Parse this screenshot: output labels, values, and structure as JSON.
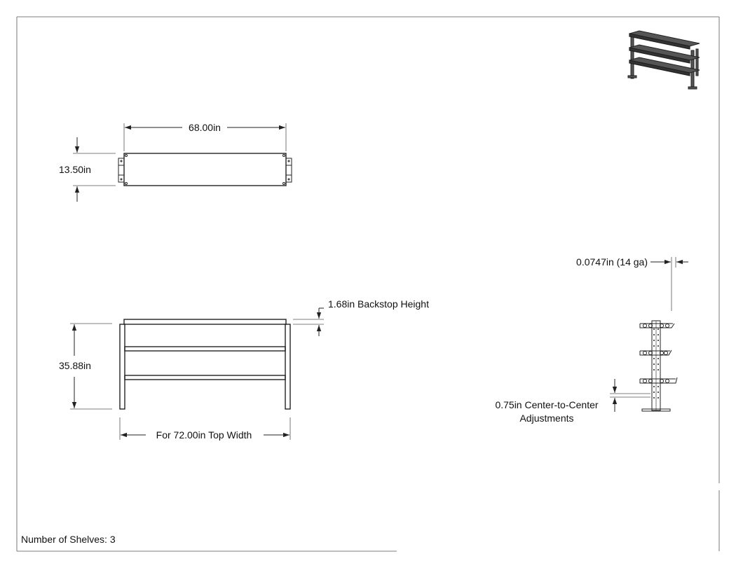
{
  "dimensions": {
    "top_width": "68.00in",
    "depth": "13.50in",
    "height": "35.88in",
    "backstop_height": "1.68in Backstop Height",
    "overall_width": "For 72.00in Top Width",
    "gauge": "0.0747in (14 ga)",
    "adjustment_line1": "0.75in Center-to-Center",
    "adjustment_line2": "Adjustments"
  },
  "footer": {
    "shelves_text": "Number of Shelves: 3"
  },
  "colors": {
    "line": "#222222",
    "shelf_iso": "#444444"
  }
}
